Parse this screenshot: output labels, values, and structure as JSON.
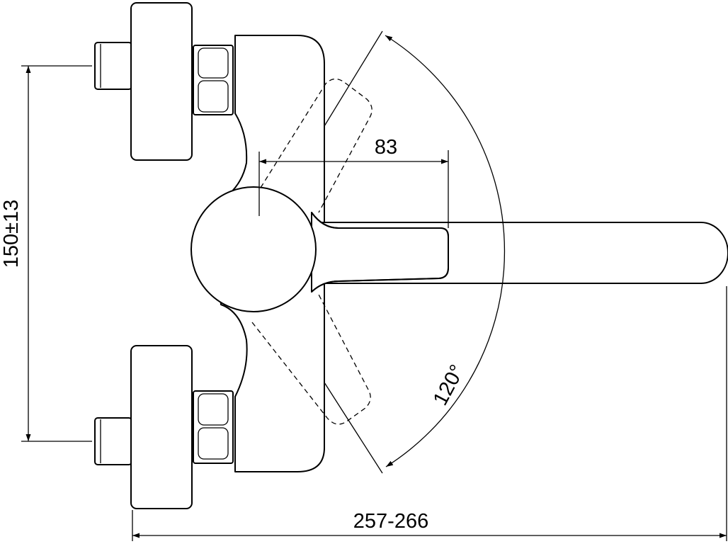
{
  "dimensions": {
    "vertical_inlet_spacing": "150±13",
    "lever_reach": "83",
    "rotation_angle": "120°",
    "overall_length": "257-266"
  }
}
